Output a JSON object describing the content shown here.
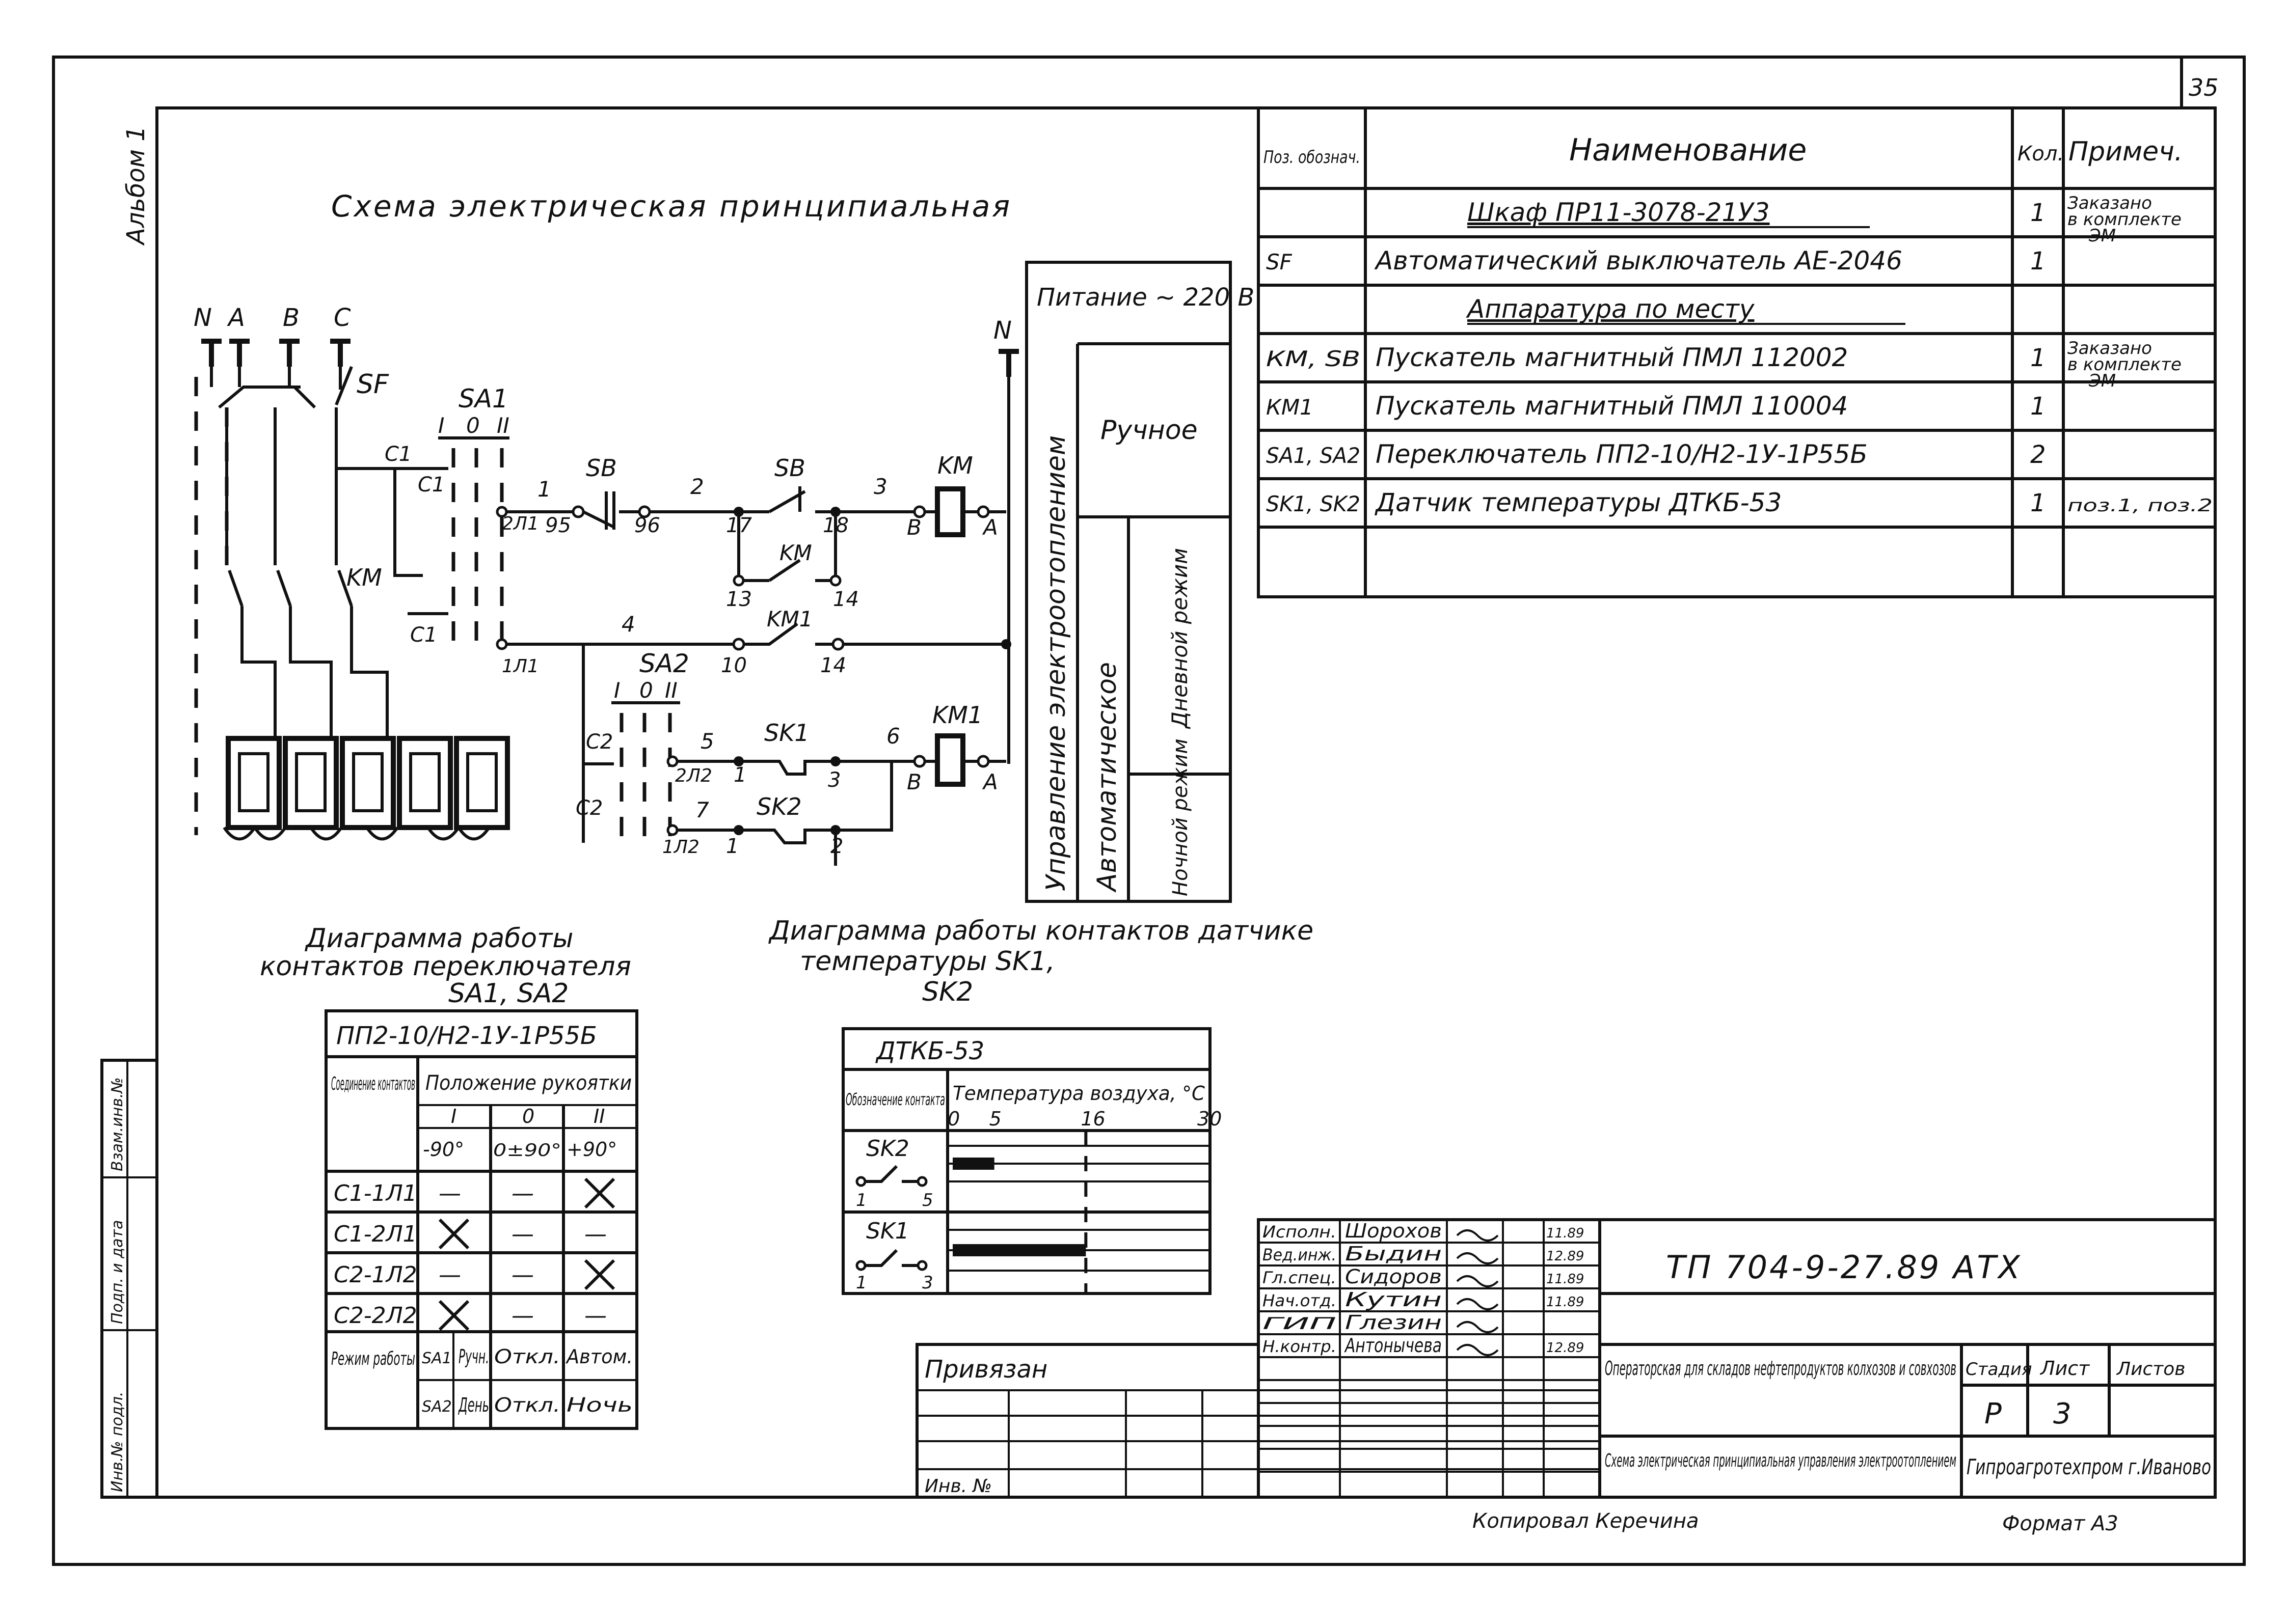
{
  "sheet_number": "35",
  "album_label": "Альбом 1",
  "title_schema": "Схема электрическая принципиальная",
  "phases": [
    "N",
    "A",
    "B",
    "C"
  ],
  "sf_label": "SF",
  "sa1_label": "SA1",
  "sa2_label": "SA2",
  "switch_positions": [
    "I",
    "0",
    "II"
  ],
  "contacts": {
    "c1": "C1",
    "c2": "C2",
    "l1_1": "1Л1",
    "l2_1": "2Л1",
    "l1_2": "1Л2",
    "l2_2": "2Л2",
    "sb": "SB",
    "km": "KM",
    "km1": "KM1",
    "sk1": "SK1",
    "sk2": "SK2",
    "n_out": "N",
    "node_a": "A",
    "node_b": "B"
  },
  "wire_numbers": [
    "1",
    "2",
    "3",
    "4",
    "5",
    "6",
    "7",
    "95",
    "96",
    "17",
    "18",
    "13",
    "14",
    "10",
    "14",
    "1",
    "3",
    "1",
    "2"
  ],
  "control_panel": {
    "power": "Питание ~ 220 В",
    "vertical_main": "Управление электроотоплением",
    "manual": "Ручное",
    "auto": "Автоматическое",
    "day": "Дневной режим",
    "night": "Ночной режим"
  },
  "spec_table": {
    "headers": [
      "Поз. обознач.",
      "Наименование",
      "Кол.",
      "Примеч."
    ],
    "rows": [
      {
        "pos": "",
        "name": "Шкаф ПР11-3078-21У3",
        "qty": "1",
        "note": "Заказано в комплекте ЭМ"
      },
      {
        "pos": "SF",
        "name": "Автоматический выключатель АЕ-2046",
        "qty": "1",
        "note": ""
      },
      {
        "pos": "",
        "name": "Аппаратура по месту",
        "qty": "",
        "note": ""
      },
      {
        "pos": "КМ, SB",
        "name": "Пускатель магнитный ПМЛ 112002",
        "qty": "1",
        "note": "Заказано в комплекте ЭМ"
      },
      {
        "pos": "КМ1",
        "name": "Пускатель магнитный ПМЛ 110004",
        "qty": "1",
        "note": ""
      },
      {
        "pos": "SA1, SA2",
        "name": "Переключатель ПП2-10/Н2-1У-1Р55Б",
        "qty": "2",
        "note": ""
      },
      {
        "pos": "SK1, SK2",
        "name": "Датчик температуры ДТКБ-53",
        "qty": "1",
        "note": "поз.1, поз.2"
      }
    ]
  },
  "diag1": {
    "title": "Диаграмма работы контактов переключателя SA1, SA2",
    "model": "ПП2-10/Н2-1У-1Р55Б",
    "col1": "Соединение контактов",
    "col2": "Положение рукоятки",
    "positions": [
      "I",
      "0",
      "II"
    ],
    "angles": [
      "-90°",
      "0±90°",
      "+90°"
    ],
    "rows": [
      {
        "name": "C1-1Л1",
        "marks": [
          "—",
          "—",
          "X"
        ]
      },
      {
        "name": "C1-2Л1",
        "marks": [
          "X",
          "—",
          "—"
        ]
      },
      {
        "name": "C2-1Л2",
        "marks": [
          "—",
          "—",
          "X"
        ]
      },
      {
        "name": "C2-2Л2",
        "marks": [
          "X",
          "—",
          "—"
        ]
      }
    ],
    "mode_label": "Режим работы",
    "modes": [
      {
        "sw": "SA1",
        "vals": [
          "Ручн.",
          "Откл.",
          "Автом."
        ]
      },
      {
        "sw": "SA2",
        "vals": [
          "День",
          "Откл.",
          "Ночь"
        ]
      }
    ]
  },
  "diag2": {
    "title": "Диаграмма работы контактов датчике температуры SK1, SK2",
    "model": "ДТКБ-53",
    "col1": "Обозначение контакта",
    "col2": "Температура воздуха, °С",
    "ticks": [
      "0",
      "5",
      "16",
      "30"
    ],
    "rows": [
      {
        "name": "SK2",
        "from": 0,
        "to": 5
      },
      {
        "name": "SK1",
        "from": 0,
        "to": 16
      }
    ],
    "term_labels": [
      "1",
      "5",
      "1",
      "3"
    ]
  },
  "title_block": {
    "roles": [
      "Исполн.",
      "Вед.инж.",
      "Гл.спец.",
      "Нач.отд.",
      "ГИП",
      "Н.контр."
    ],
    "names": [
      "Шорохов",
      "Быдин",
      "Сидоров",
      "Кутин",
      "Глезин",
      "Антонычева"
    ],
    "dates": [
      "11.89",
      "12.89",
      "11.89",
      "11.89",
      "",
      "12.89"
    ],
    "code": "ТП 704-9-27.89 АТХ",
    "object": "Операторская для складов нефтепродуктов колхозов и совхозов",
    "sheet_title": "Схема электрическая принципиальная управления электроотоплением",
    "stage_h": "Стадия",
    "sheet_h": "Лист",
    "sheets_h": "Листов",
    "stage": "Р",
    "sheet": "3",
    "sheets": "",
    "org": "Гипроагротехпром г.Иваново",
    "privyazan": "Привязан",
    "inv": "Инв. №",
    "copied": "Копировал Керечина",
    "format": "Формат А3"
  },
  "side_stamps": [
    "Взам.инв.№",
    "Подп. и дата",
    "Инв.№ подл."
  ]
}
